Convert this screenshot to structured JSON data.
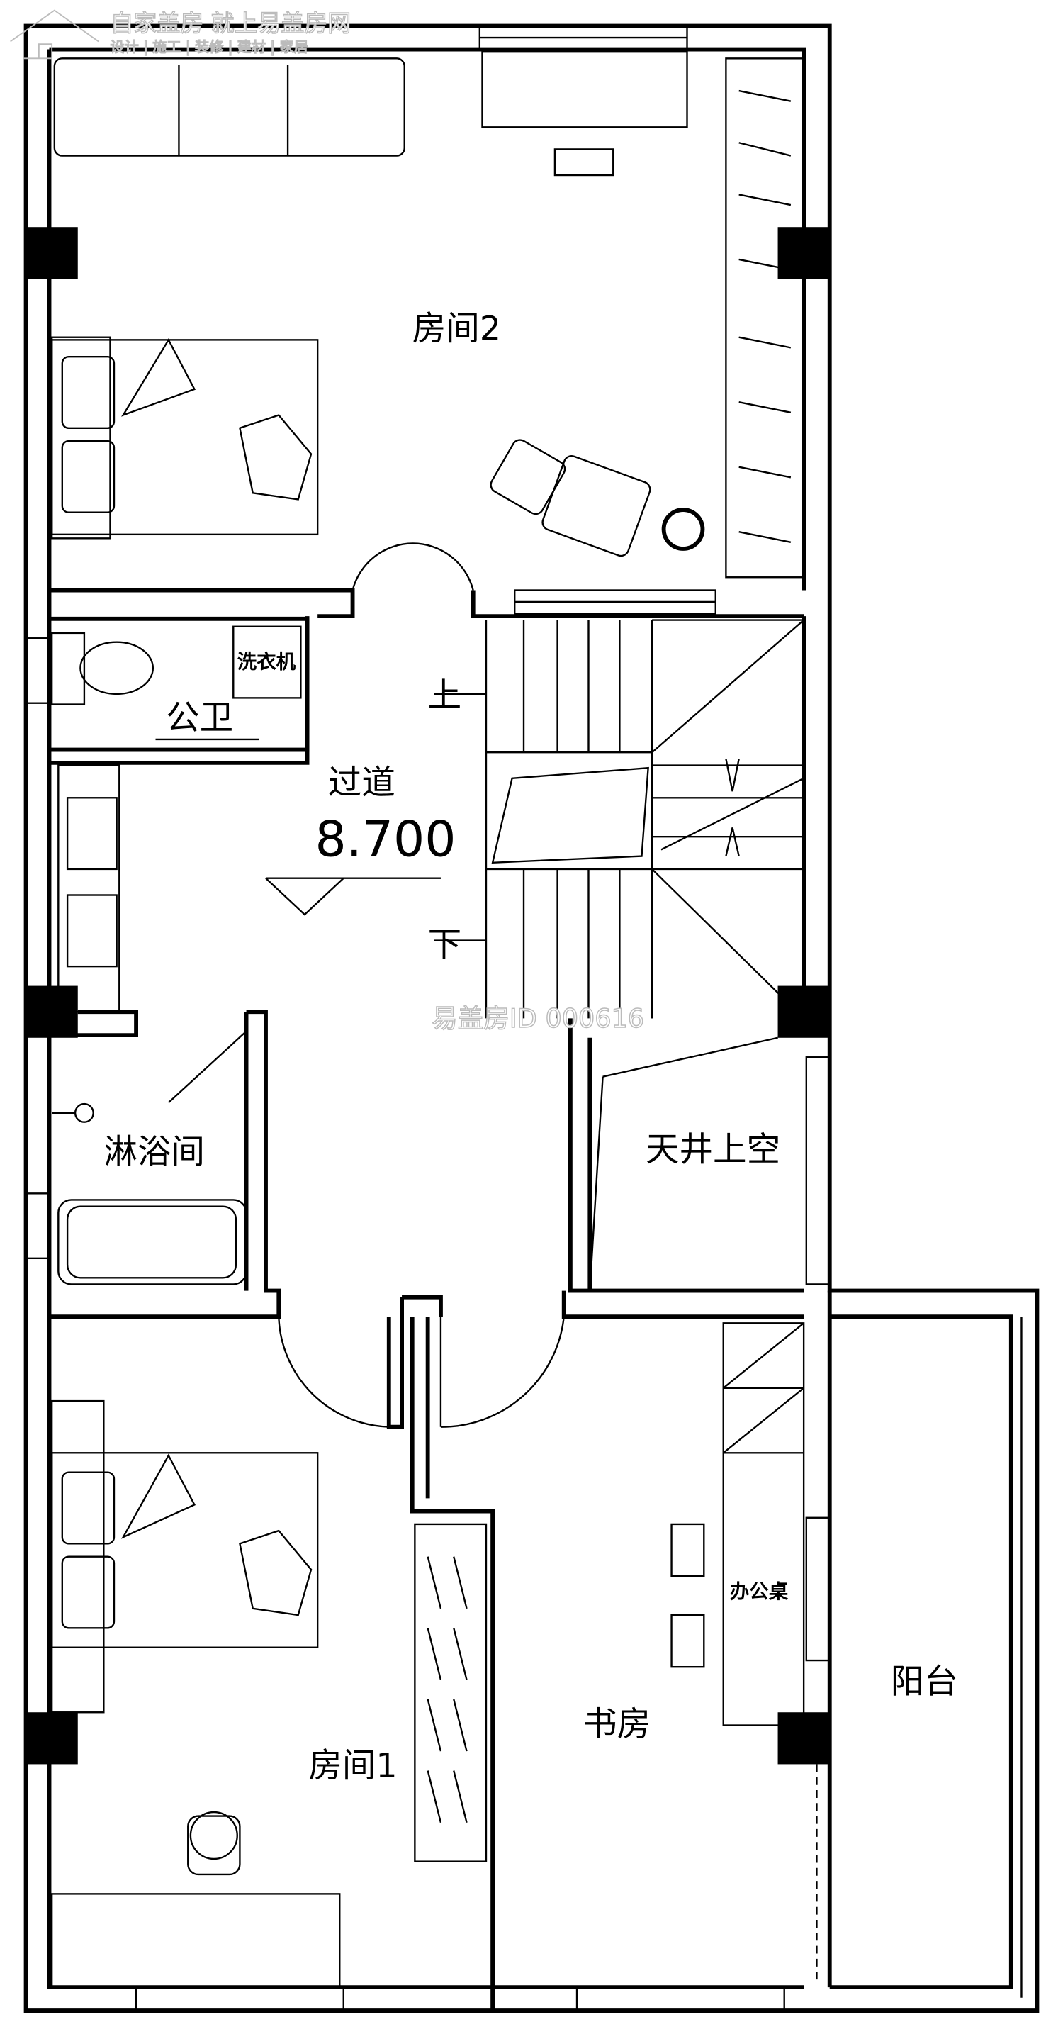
{
  "watermark": {
    "slogan": "自家盖房 就上易盖房网",
    "tagline": "设计 | 施工 | 装修 | 建材 | 家居",
    "id_mark": "易盖房ID 000616"
  },
  "rooms": {
    "room2": "房间2",
    "toilet": "公卫",
    "washer": "洗衣机",
    "corridor": "过道",
    "elevation": "8.700",
    "stair_up": "上",
    "stair_down": "下",
    "shower": "淋浴间",
    "void": "天井上空",
    "room1": "房间1",
    "study": "书房",
    "desk": "办公桌",
    "balcony": "阳台"
  }
}
